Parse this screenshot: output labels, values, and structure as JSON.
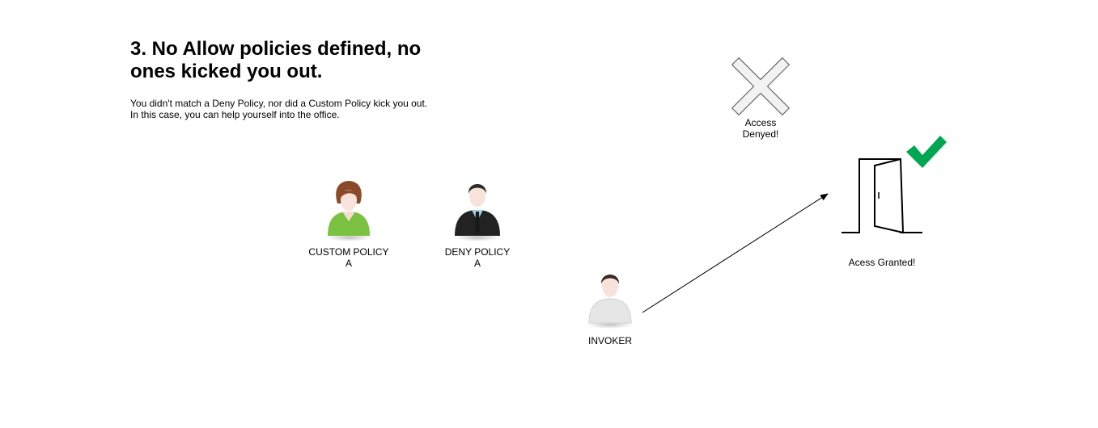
{
  "heading": {
    "title": "3. No Allow policies defined, no ones kicked you out.",
    "description_lines": [
      "You didn't match a Deny Policy, nor did a Custom Policy kick you out.",
      "In this case, you can help yourself into the office."
    ]
  },
  "nodes": {
    "custom_policy": {
      "lines": [
        "CUSTOM POLICY",
        "A"
      ],
      "icon": "woman-user-icon",
      "color": "#7cc242"
    },
    "deny_policy": {
      "lines": [
        "DENY POLICY",
        "A"
      ],
      "icon": "businessman-user-icon",
      "color": "#222222"
    },
    "invoker": {
      "lines": [
        "INVOKER"
      ],
      "icon": "man-user-icon",
      "color": "#e8e8e8"
    },
    "access_denied": {
      "lines": [
        "Access",
        "Denyed!"
      ],
      "icon": "x-cross-icon",
      "color": "#f2f2f2"
    },
    "access_granted": {
      "lines": [
        "Acess Granted!"
      ],
      "icon": "open-door-icon",
      "check_icon": "checkmark-icon",
      "check_color": "#00a651"
    }
  },
  "edges": [
    {
      "from": "invoker",
      "to": "access_granted",
      "style": "arrow"
    }
  ]
}
